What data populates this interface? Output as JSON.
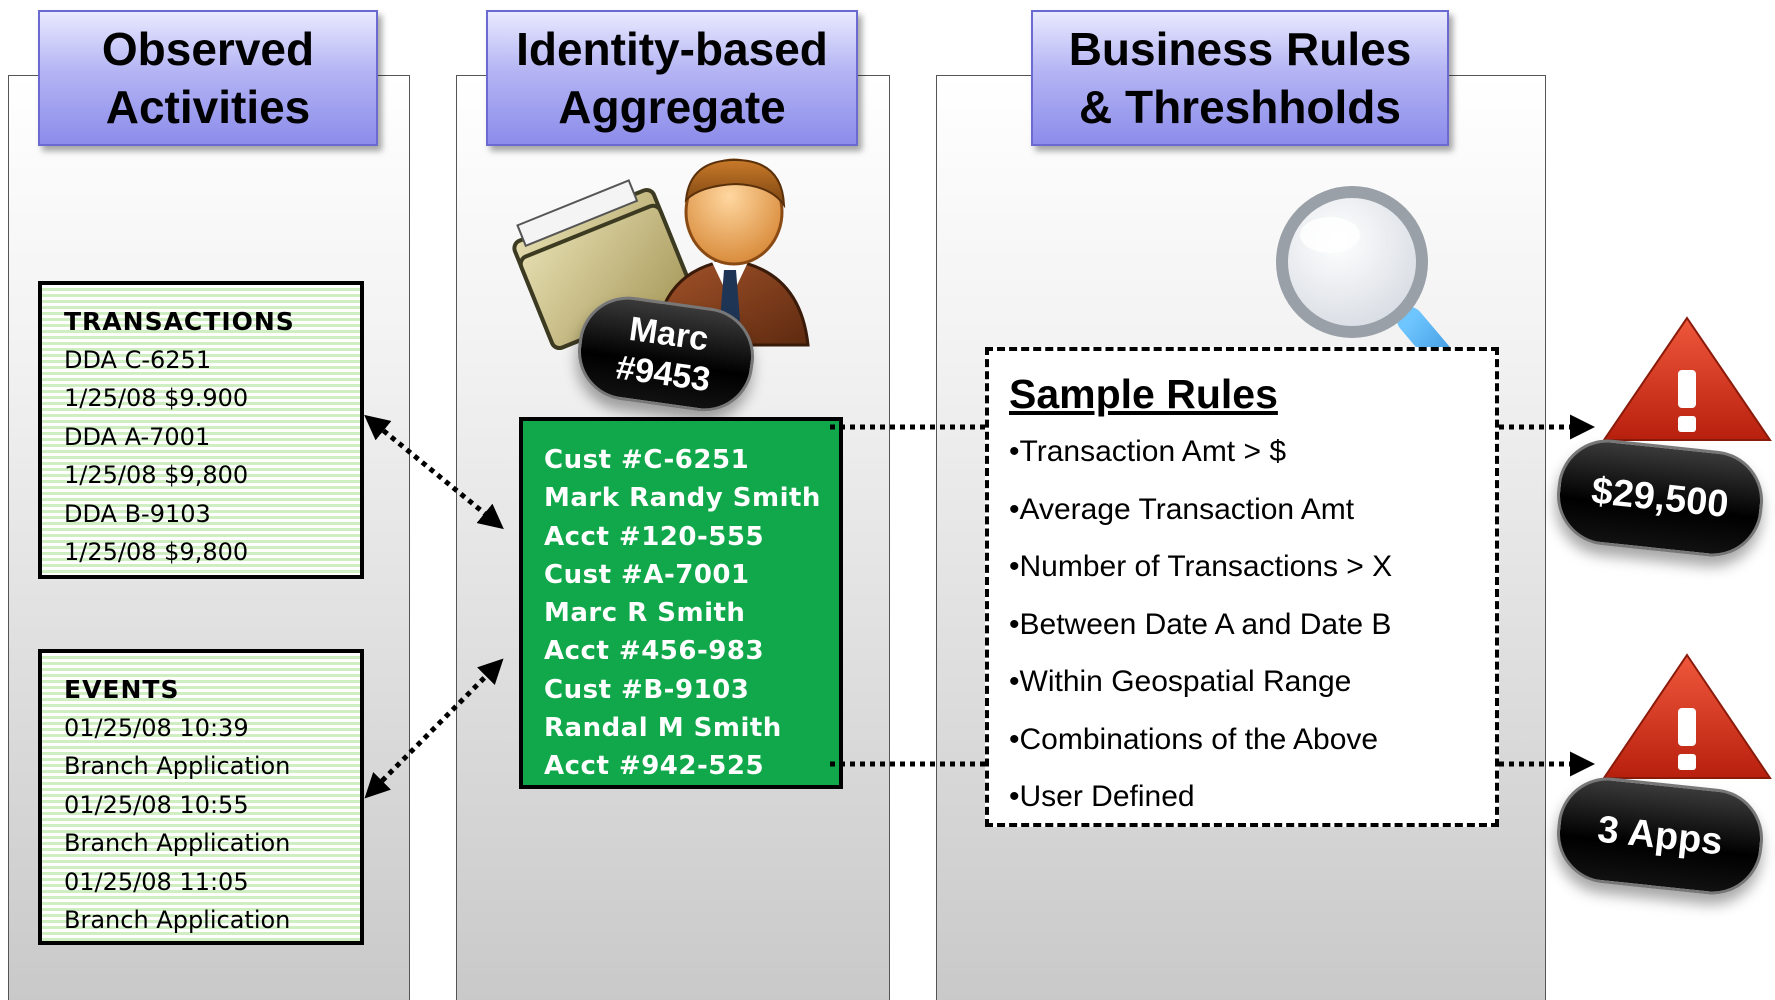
{
  "columns": [
    {
      "title": "Observed\nActivities"
    },
    {
      "title": "Identity-based\nAggregate"
    },
    {
      "title": "Business Rules\n& Threshholds"
    }
  ],
  "transactions": {
    "title": "TRANSACTIONS",
    "lines": [
      "DDA C-6251",
      "1/25/08 $9.900",
      "DDA A-7001",
      "1/25/08 $9,800",
      "DDA B-9103",
      "1/25/08 $9,800"
    ]
  },
  "events": {
    "title": "EVENTS",
    "lines": [
      "01/25/08 10:39",
      "Branch Application",
      "01/25/08 10:55",
      "Branch Application",
      "01/25/08 11:05",
      "Branch Application"
    ]
  },
  "aggregate": {
    "badge_name": "Marc",
    "badge_number": "#9453",
    "lines": [
      "Cust #C-6251",
      "Mark Randy Smith",
      "Acct #120-555",
      "Cust #A-7001",
      "Marc R Smith",
      "Acct #456-983",
      "Cust #B-9103",
      "Randal M Smith",
      "Acct #942-525"
    ]
  },
  "sample_rules": {
    "title": "Sample Rules",
    "items": [
      "•Transaction Amt > $",
      "•Average Transaction Amt",
      "•Number of Transactions > X",
      "•Between Date A and Date B",
      "•Within Geospatial Range",
      "•Combinations of the Above",
      "•User Defined"
    ]
  },
  "alerts": [
    {
      "label": "$29,500"
    },
    {
      "label": "3 Apps"
    }
  ],
  "colors": {
    "header_fill": "#b4b4f4",
    "aggregate_fill": "#10a84a",
    "note_stripe": "#cfeec2",
    "alert_red": "#e0301e"
  }
}
